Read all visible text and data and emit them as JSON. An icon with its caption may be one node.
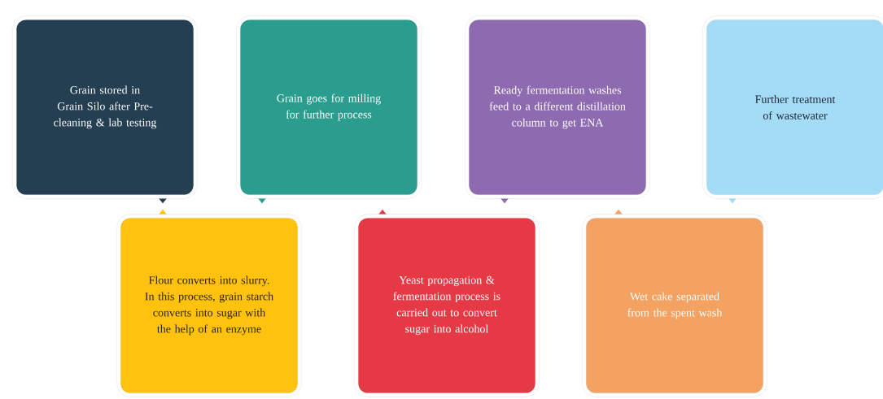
{
  "diagram": {
    "nodes": [
      {
        "text": [
          "Grain stored in Grain Silo after Pre-cleaning & lab testing"
        ]
      },
      {
        "text": [
          "Grain goes for milling for further process"
        ]
      },
      {
        "text": [
          "Flour converts into slurry. In this process, grain starch converts into sugar with the help of an enzyme"
        ]
      },
      {
        "text": [
          "Yeast propagation & fermentation process is carried out to convert sugar into alcohol"
        ]
      },
      {
        "text": [
          "Ready fermentation washes feed to a different distillation column to get ENA"
        ]
      },
      {
        "text": [
          "Wet cake separated from the spent wash"
        ]
      },
      {
        "text": [
          "Further treatment of wastewater"
        ]
      }
    ]
  }
}
